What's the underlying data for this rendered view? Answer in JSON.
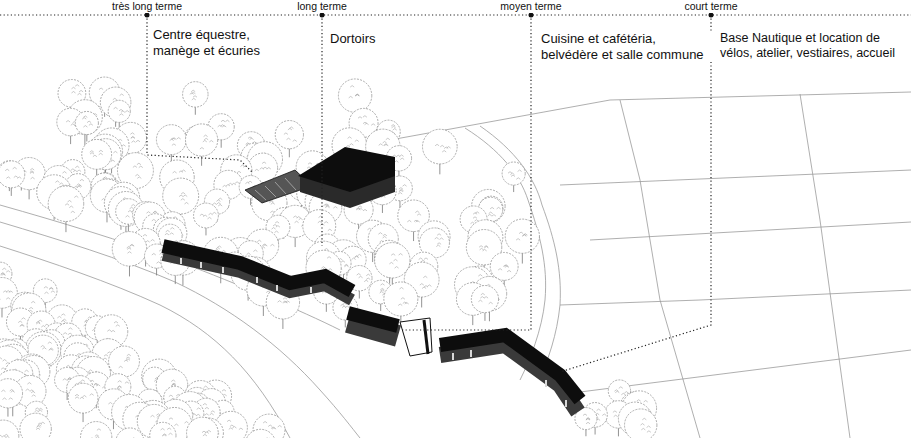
{
  "diagram": {
    "labels": [
      "très long terme",
      "long terme",
      "moyen terme",
      "court terme",
      "Centre équestre, manège et écuries",
      "Dortoirs",
      "Cuisine et cafétéria, belvédère et salle commune",
      "Base Nautique et location de vélos, atelier, vestiaires, accueil"
    ]
  }
}
